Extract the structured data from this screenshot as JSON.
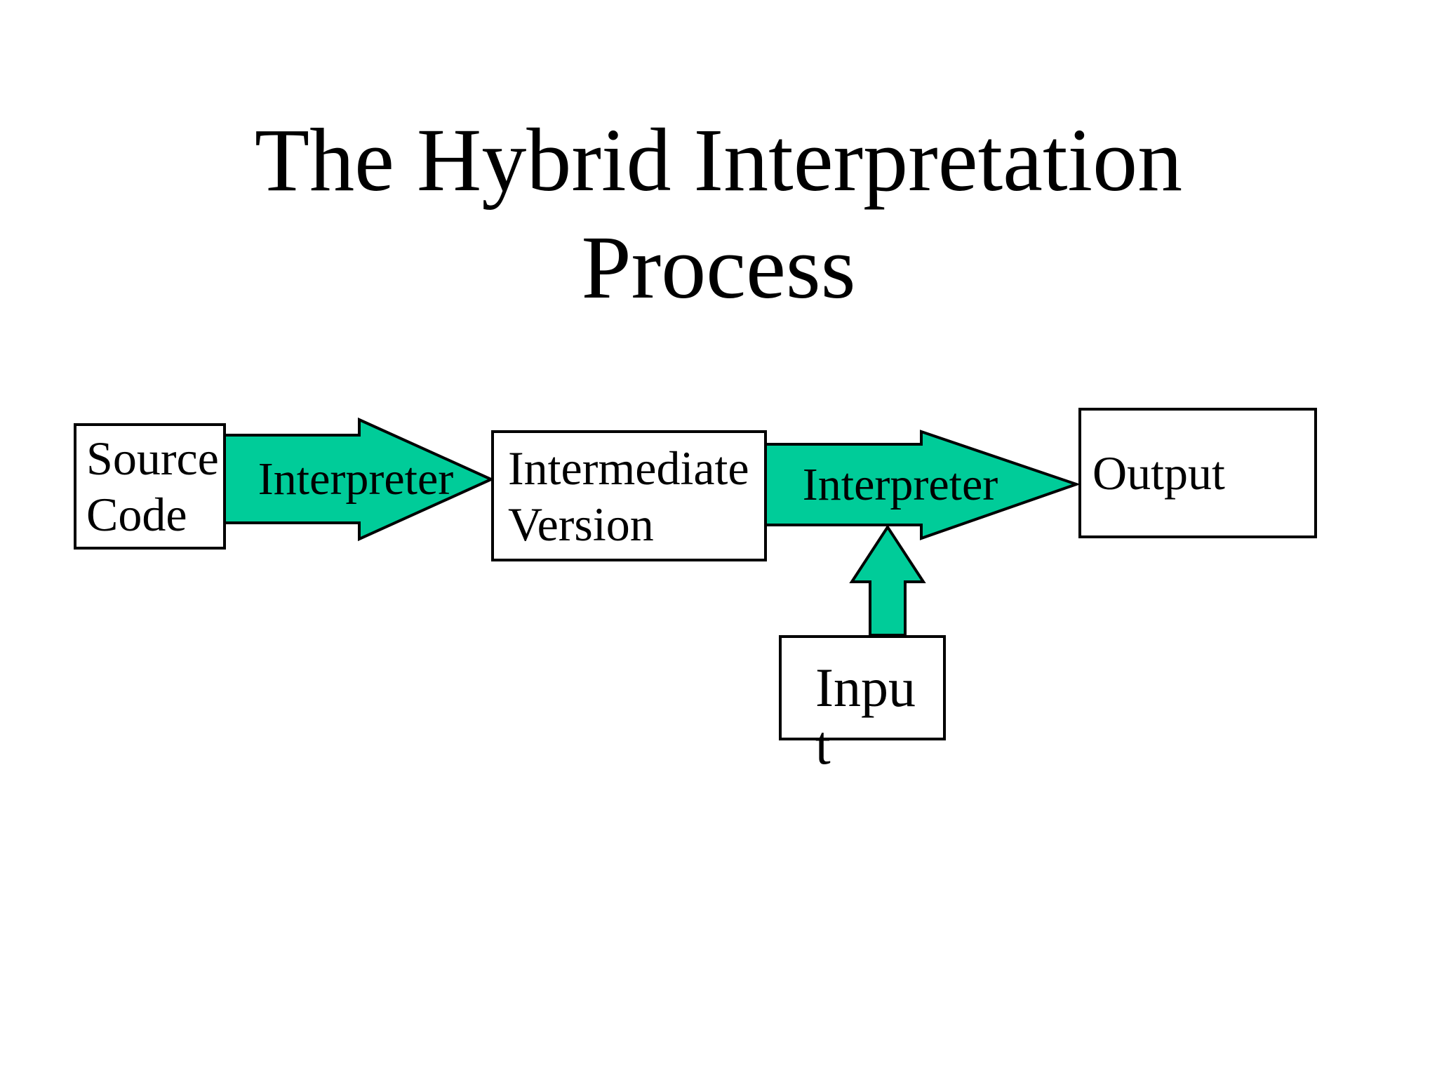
{
  "slide": {
    "title": {
      "line1": "The Hybrid Interpretation",
      "line2": "Process"
    }
  },
  "colors": {
    "arrow_fill": "#00CC99",
    "shape_border": "#000000",
    "text": "#000000",
    "background": "#ffffff"
  },
  "boxes": {
    "source": {
      "lines": [
        "Source",
        "Code"
      ]
    },
    "intermediate": {
      "lines": [
        "Intermediate",
        "Version"
      ]
    },
    "output": {
      "label": "Output"
    },
    "input": {
      "lines": [
        "Inpu",
        "t"
      ]
    }
  },
  "arrows": {
    "interpreter1": {
      "label": "Interpreter"
    },
    "interpreter2": {
      "label": "Interpreter"
    }
  }
}
